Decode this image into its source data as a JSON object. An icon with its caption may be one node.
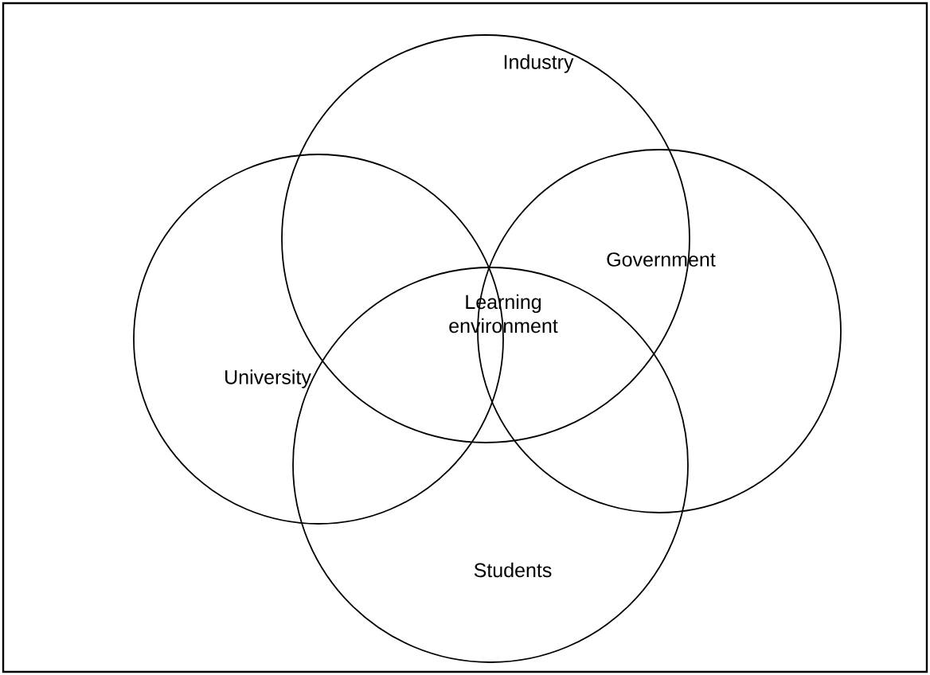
{
  "diagram": {
    "nodes": [
      {
        "text": [
          "Industry"
        ]
      },
      {
        "text": [
          "Government"
        ]
      },
      {
        "text": [
          "University"
        ]
      },
      {
        "text": [
          "Students"
        ]
      },
      {
        "text": [
          "Learning environment"
        ]
      }
    ]
  }
}
